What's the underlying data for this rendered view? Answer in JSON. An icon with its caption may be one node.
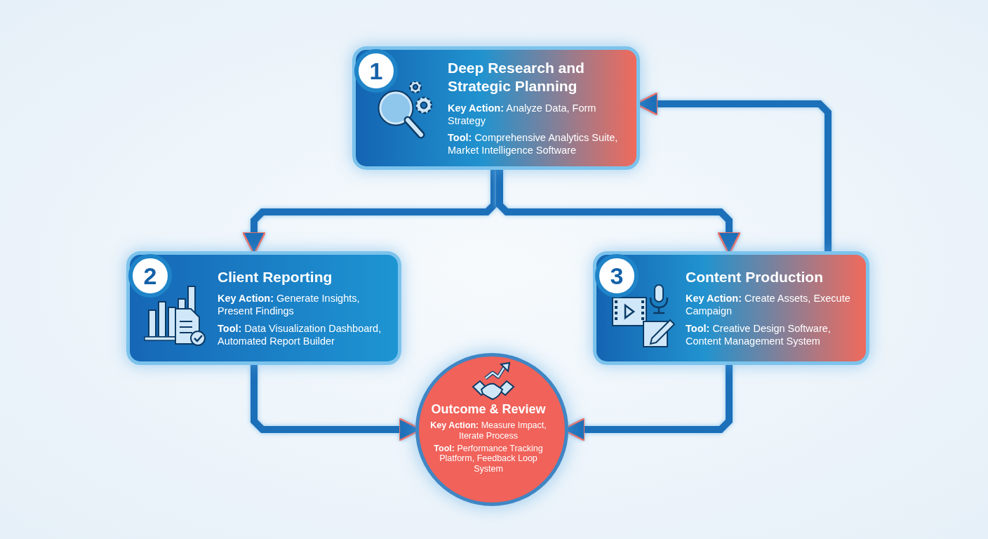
{
  "diagram": {
    "nodes": [
      {
        "text": [
          "Deep Research and Strategic Planning",
          "**Key Action:** Analyze Data, Form Strategy",
          "**Tool:** Comprehensive Analytics Suite, Market Intelligence Software"
        ]
      },
      {
        "text": [
          "1"
        ],
        "in": 0
      },
      {
        "text": [
          "Client Reporting",
          "**Key Action:** Generate Insights, Present Findings",
          "**Tool:** Data Visualization Dashboard, Automated Report Builder"
        ]
      },
      {
        "text": [
          "2"
        ],
        "in": 2
      },
      {
        "text": [
          "Content Production",
          "**Key Action:** Create Assets, Execute Campaign",
          "**Tool:** Creative Design Software, Content Management System"
        ]
      },
      {
        "text": [
          "3"
        ],
        "in": 4
      },
      {
        "text": [
          "Outcome & Review",
          "**Key Action:** Measure Impact, Iterate Process",
          "**Tool:** Performance Tracking Platform, Feedback Loop System"
        ]
      }
    ],
    "edges": [
      {
        "from": 0,
        "to": 2,
        "arrow": "to"
      },
      {
        "from": 0,
        "to": 4,
        "arrow": "to"
      },
      {
        "from": 2,
        "to": 6,
        "arrow": "to"
      },
      {
        "from": 4,
        "to": 6,
        "arrow": "to"
      },
      {
        "from": 4,
        "to": 0,
        "arrow": "to"
      }
    ]
  }
}
